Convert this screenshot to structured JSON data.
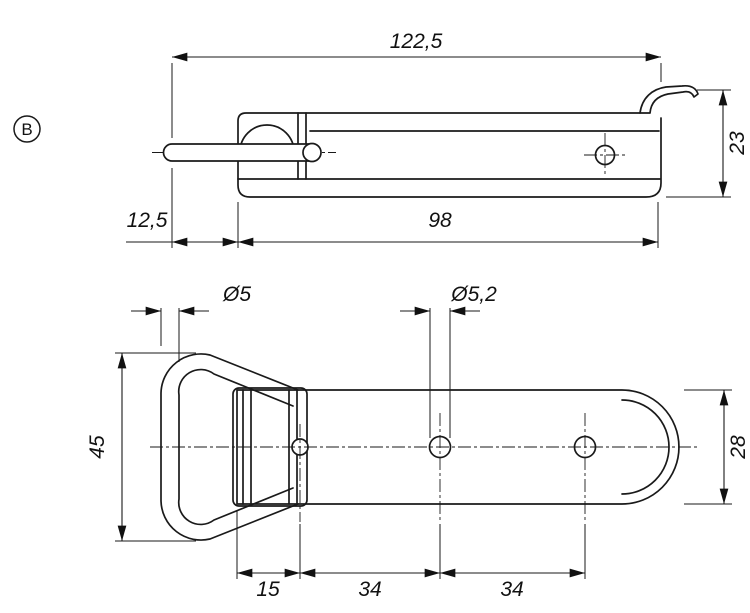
{
  "canvas": {
    "background": "#ffffff",
    "line_color": "#1a1a1a"
  },
  "view_label": {
    "text": "B"
  },
  "side_view": {
    "dim_overall_length": "122,5",
    "dim_height": "23",
    "dim_left_offset": "12,5",
    "dim_body_length": "98"
  },
  "plan_view": {
    "dim_wire_diameter": "Ø5",
    "dim_hole_diameter": "Ø5,2",
    "dim_loop_width": "45",
    "dim_plate_width": "28",
    "dim_pivot_offset": "15",
    "dim_hole_spacing_1": "34",
    "dim_hole_spacing_2": "34"
  }
}
